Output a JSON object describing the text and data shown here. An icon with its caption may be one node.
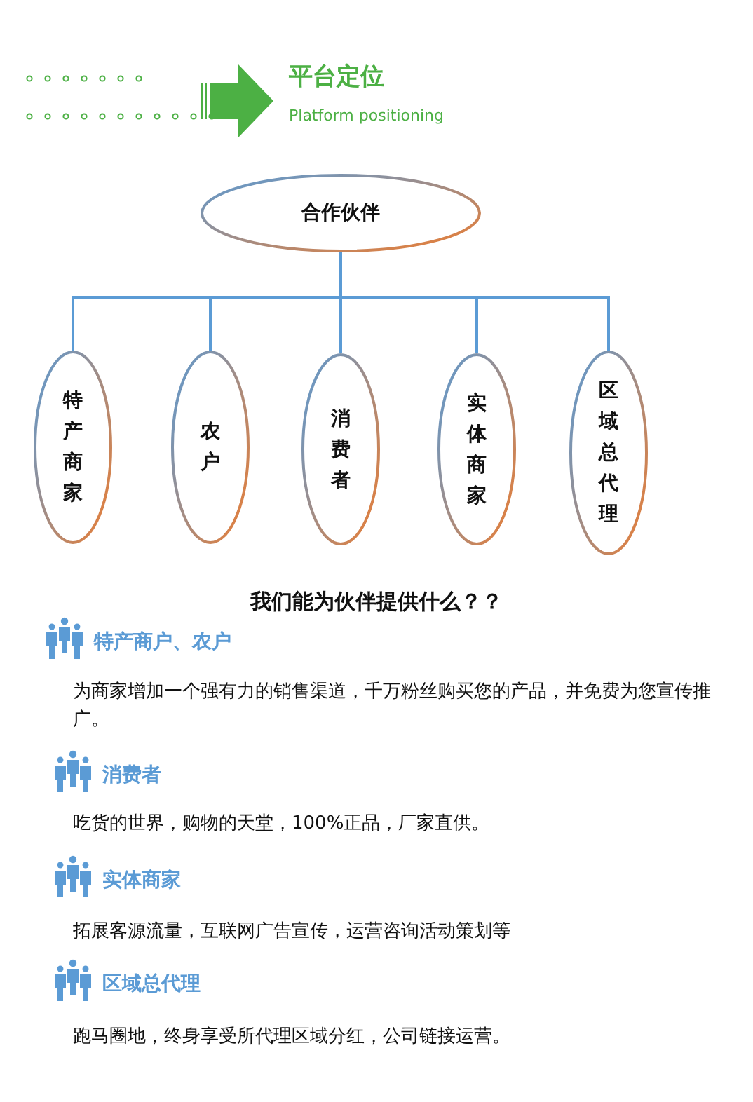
{
  "diagram": {
    "title": "平台定位",
    "nodes": [
      {
        "text": [
          "合作伙伴"
        ]
      },
      {
        "text": [
          "特产商家"
        ]
      },
      {
        "text": [
          "农户"
        ]
      },
      {
        "text": [
          "消费者"
        ]
      },
      {
        "text": [
          "实体商家"
        ]
      },
      {
        "text": [
          "区域总代理"
        ]
      }
    ],
    "edges": [
      {
        "from": 0,
        "to": 1,
        "arrow": "none"
      },
      {
        "from": 0,
        "to": 2,
        "arrow": "none"
      },
      {
        "from": 0,
        "to": 3,
        "arrow": "none"
      },
      {
        "from": 0,
        "to": 4,
        "arrow": "none"
      },
      {
        "from": 0,
        "to": 5,
        "arrow": "none"
      }
    ],
    "labels": [
      "Platform positioning",
      "我们能为伙伴提供什么？？",
      "特产商户、农户",
      "为商家增加一个强有力的销售渠道，千万粉丝购买您的产品，并免费为您宣传推广。",
      "消费者",
      "吃货的世界，购物的天堂，100%正品，厂家直供。",
      "实体商家",
      "拓展客源流量，互联网广告宣传，运营咨询活动策划等",
      "区域总代理",
      "跑马圈地，终身享受所代理区域分红，公司链接运营。"
    ]
  }
}
